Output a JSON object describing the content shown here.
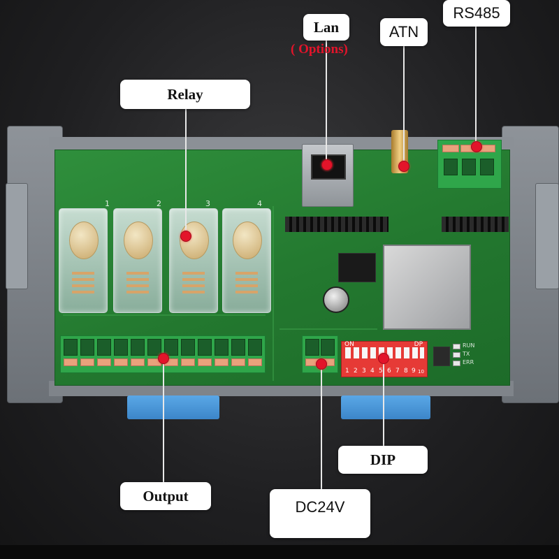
{
  "callouts": {
    "lan": {
      "label": "Lan",
      "note": "( Options)"
    },
    "atn": {
      "label": "ATN"
    },
    "rs485": {
      "label": "RS485"
    },
    "relay": {
      "label": "Relay"
    },
    "output": {
      "label": "Output"
    },
    "dc24v": {
      "label": "DC24V"
    },
    "dip": {
      "label": "DIP"
    }
  },
  "board": {
    "relay_numbers": [
      "1",
      "2",
      "3",
      "4"
    ],
    "dip_on_label": "ON",
    "dip_dp_label": "DP",
    "dip_numbers": [
      "1",
      "2",
      "3",
      "4",
      "5",
      "6",
      "7",
      "8",
      "9",
      "10"
    ],
    "leds": [
      "RUN",
      "TX",
      "ERR"
    ]
  },
  "colors": {
    "marker": "#e3142a",
    "note": "#e3142a",
    "pcb": "#23782f",
    "dip_switch": "#e63a36"
  }
}
